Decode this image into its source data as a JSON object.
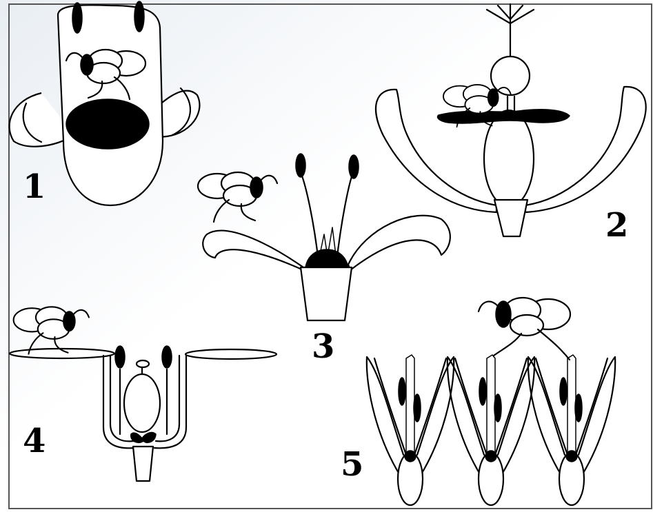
{
  "figure": {
    "panel_labels": [
      "1",
      "2",
      "3",
      "4",
      "5"
    ],
    "colors": {
      "background": "#ffffff",
      "ink": "#000000",
      "frame": "#555555"
    }
  }
}
